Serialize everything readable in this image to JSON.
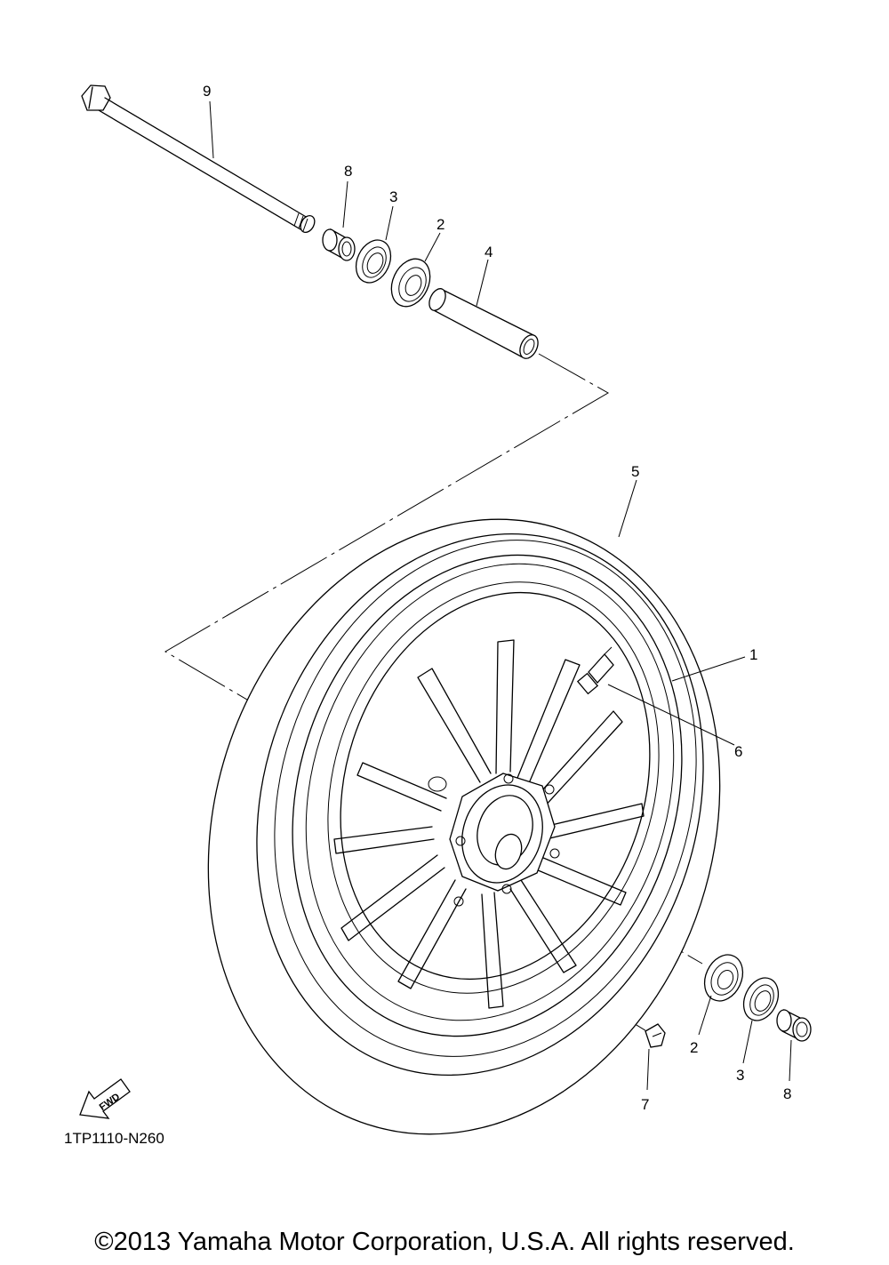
{
  "diagram": {
    "callouts": {
      "axle": "9",
      "collar_top": "8",
      "seal_top": "3",
      "bearing_top": "2",
      "spacer": "4",
      "tire": "5",
      "wheel": "1",
      "valve": "6",
      "weight": "7",
      "bearing_bottom": "2",
      "seal_bottom": "3",
      "collar_bottom": "8"
    },
    "fwd_label": "FWD",
    "diagram_code": "1TP1110-N260"
  },
  "footer": {
    "copyright": "©2013 Yamaha Motor Corporation, U.S.A. All rights reserved."
  }
}
